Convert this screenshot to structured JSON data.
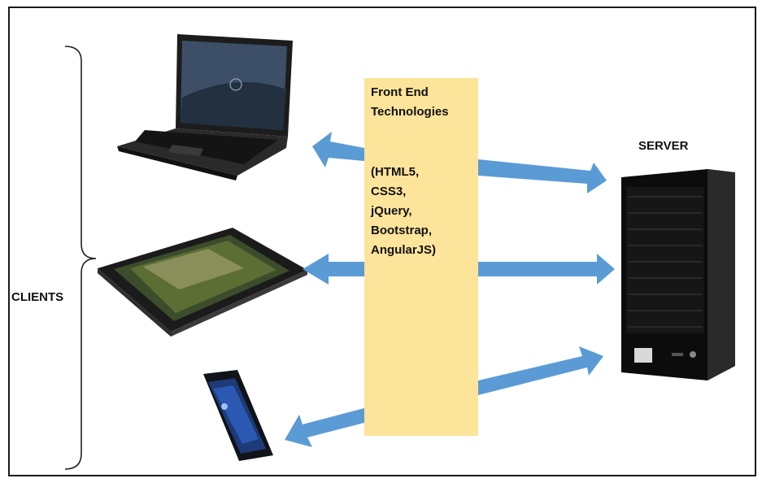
{
  "diagram": {
    "clients_label": "CLIENTS",
    "server_label": "SERVER",
    "tech_box": {
      "title": "Front End Technologies",
      "list": "(HTML5,\nCSS3,\njQuery,\nBootstrap,\nAngularJS)"
    },
    "colors": {
      "arrow": "#5b9bd5",
      "tech_box": "#fde49b",
      "border": "#1a1a1a"
    },
    "devices": {
      "laptop": "laptop-icon",
      "tablet": "tablet-icon",
      "phone": "phone-icon",
      "server": "server-tower-icon"
    }
  }
}
